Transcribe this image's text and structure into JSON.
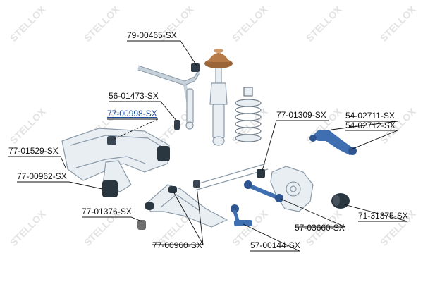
{
  "watermark": {
    "text": "STELLOX"
  },
  "colors": {
    "label_text": "#111111",
    "highlight_label": "#1f4e9c",
    "part_dark": "#2a3640",
    "part_blue": "#3f6fb0",
    "bushing": "#6f6f6f",
    "top_mount": "#b57a48",
    "frame_line": "#8a9aa8",
    "frame_fill": "#e9eef3",
    "watermark": "#e3e3e3"
  },
  "parts": [
    {
      "id": "p1",
      "number": "79-00465-SX",
      "icon": "stabilizer-bushing-icon"
    },
    {
      "id": "p2",
      "number": "56-01473-SX",
      "icon": "stabilizer-link-icon"
    },
    {
      "id": "p3",
      "number": "77-00998-SX",
      "icon": "subframe-bushing-icon",
      "highlighted": true
    },
    {
      "id": "p4",
      "number": "77-01529-SX",
      "icon": "subframe-mount-icon"
    },
    {
      "id": "p5",
      "number": "77-00962-SX",
      "icon": "control-arm-bushing-icon"
    },
    {
      "id": "p6",
      "number": "77-01376-SX",
      "icon": "arm-bushing-icon"
    },
    {
      "id": "p7",
      "number": "77-00960-SX",
      "icon": "arm-bushing-icon"
    },
    {
      "id": "p8",
      "number": "57-00144-SX",
      "icon": "toe-link-icon"
    },
    {
      "id": "p9",
      "number": "57-03660-SX",
      "icon": "camber-link-icon"
    },
    {
      "id": "p10",
      "number": "71-31375-SX",
      "icon": "hub-bushing-icon"
    },
    {
      "id": "p11",
      "number": "54-02711-SX",
      "icon": "upper-control-arm-icon"
    },
    {
      "id": "p12",
      "number": "54-02712-SX",
      "icon": "upper-control-arm-icon"
    },
    {
      "id": "p13",
      "number": "77-01309-SX",
      "icon": "knuckle-bushing-icon"
    }
  ]
}
